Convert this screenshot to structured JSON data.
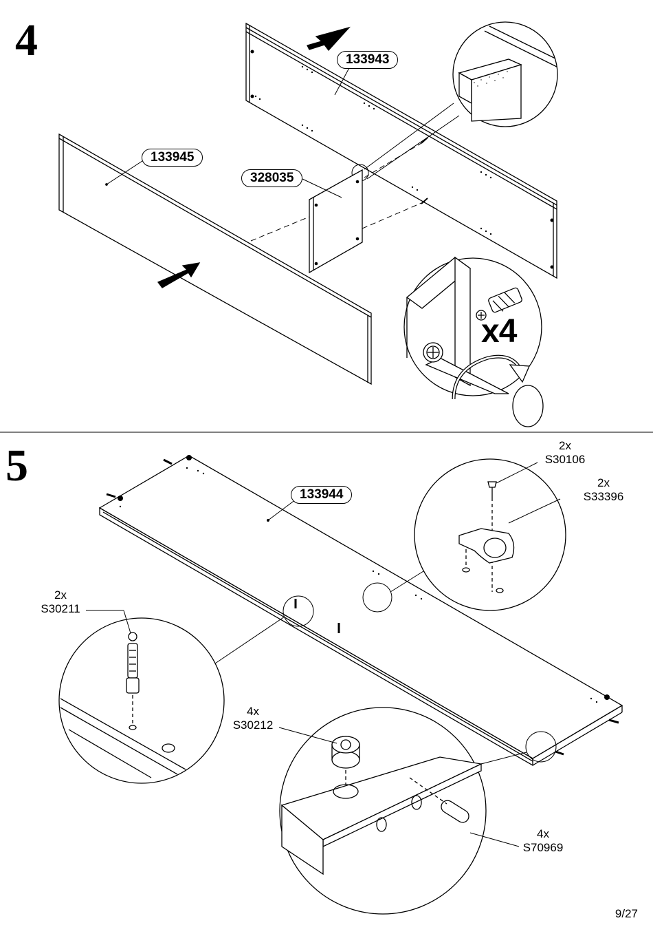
{
  "steps": [
    {
      "number": "4",
      "parts": [
        "133943",
        "133945",
        "328035"
      ],
      "hardware_qty": "x4"
    },
    {
      "number": "5",
      "parts": [
        "133944"
      ],
      "hardware": [
        {
          "qty": "2x",
          "code": "S30106"
        },
        {
          "qty": "2x",
          "code": "S33396"
        },
        {
          "qty": "2x",
          "code": "S30211"
        },
        {
          "qty": "4x",
          "code": "S30212"
        },
        {
          "qty": "4x",
          "code": "S70969"
        }
      ]
    }
  ],
  "page": {
    "number": "9/27"
  }
}
